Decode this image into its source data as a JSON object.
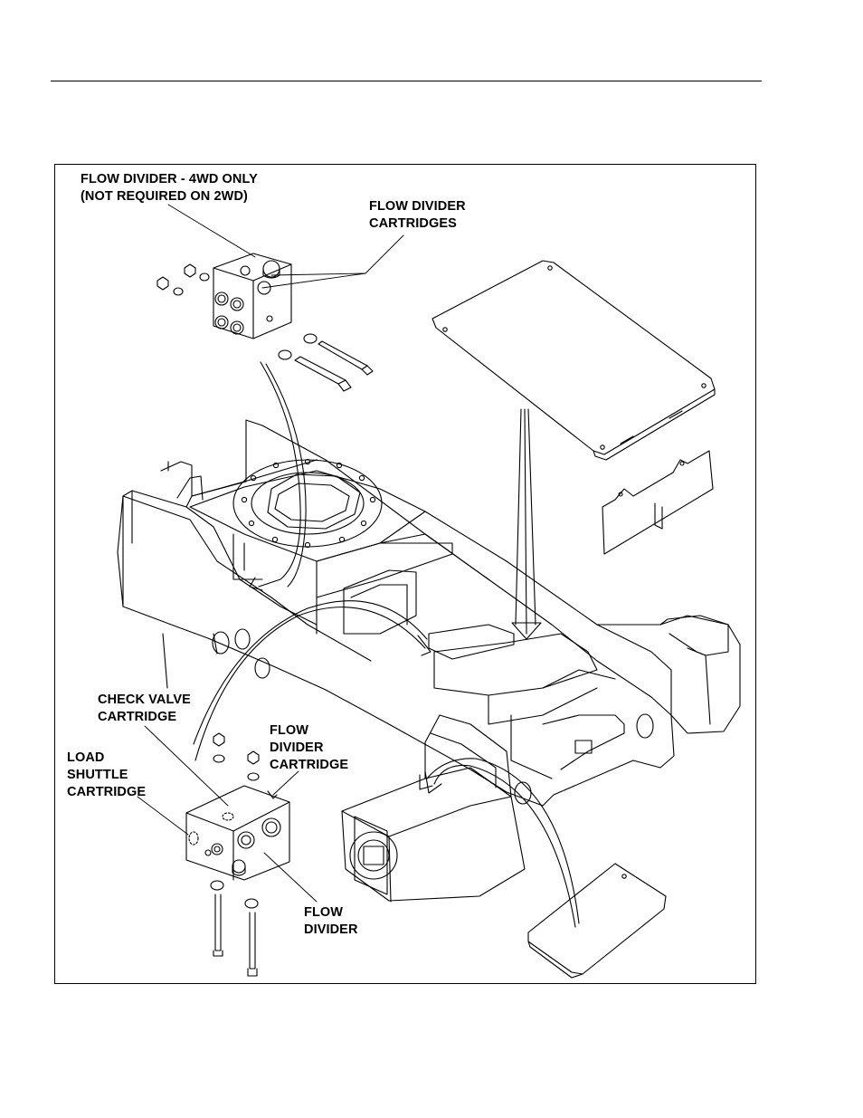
{
  "labels": {
    "flow_divider_4wd": "FLOW DIVIDER - 4WD ONLY\n(NOT REQUIRED ON 2WD)",
    "flow_divider_cartridges": "FLOW DIVIDER\nCARTRIDGES",
    "check_valve_cartridge": "CHECK VALVE\nCARTRIDGE",
    "flow_divider_cartridge": "FLOW\nDIVIDER\nCARTRIDGE",
    "load_shuttle_cartridge": "LOAD\nSHUTTLE\nCARTRIDGE",
    "flow_divider": "FLOW\nDIVIDER"
  }
}
